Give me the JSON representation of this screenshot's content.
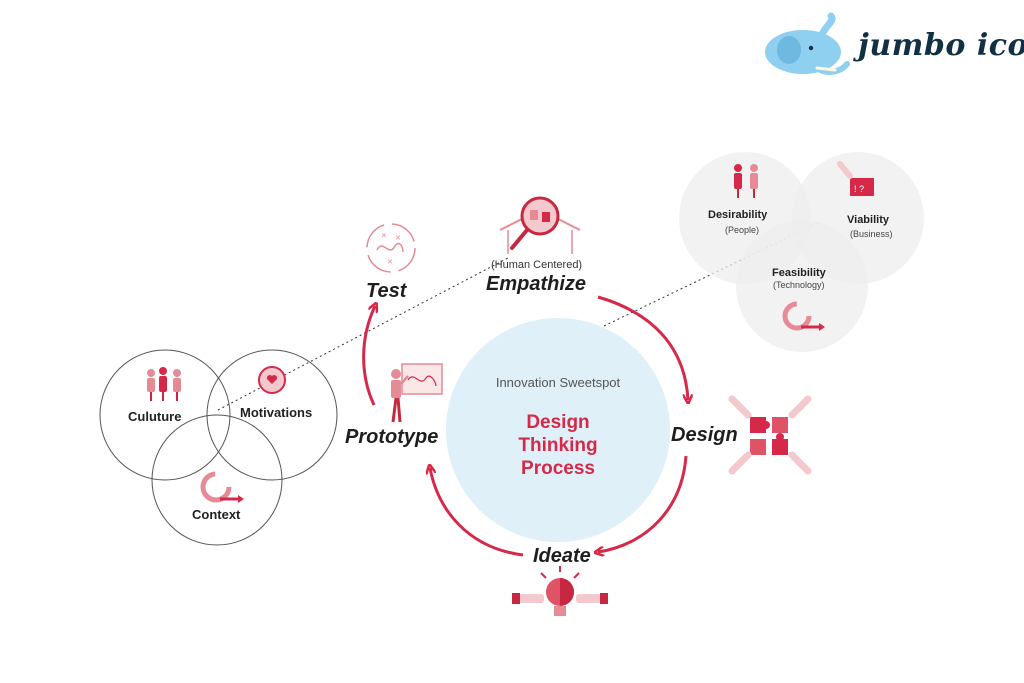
{
  "brand": {
    "name": "jumbo icons",
    "icon": "elephant-logo",
    "logo_color": "#8fd0f0"
  },
  "colors": {
    "accent": "#d6294a",
    "icon_tint": "#e58b95",
    "center_fill": "#dff0f8",
    "venn_fill": "#eeeeee"
  },
  "cycle": {
    "center_label": "Innovation Sweetspot",
    "center_title": [
      "Design",
      "Thinking",
      "Process"
    ],
    "stages": [
      {
        "label": "Empathize",
        "sublabel": "(Human Centered)",
        "icon": "magnifier-people-icon"
      },
      {
        "label": "Design",
        "icon": "puzzle-hands-icon"
      },
      {
        "label": "Ideate",
        "icon": "lightbulb-hands-icon"
      },
      {
        "label": "Prototype",
        "icon": "person-whiteboard-icon"
      },
      {
        "label": "Test",
        "icon": "test-loop-icon"
      }
    ]
  },
  "left_venn": [
    {
      "label": "Culuture",
      "icon": "people-group-icon"
    },
    {
      "label": "Motivations",
      "icon": "head-heart-icon"
    },
    {
      "label": "Context",
      "icon": "cycle-arrow-icon"
    }
  ],
  "right_venn": [
    {
      "label": "Desirability",
      "sublabel": "(People)",
      "icon": "two-people-icon"
    },
    {
      "label": "Viability",
      "sublabel": "(Business)",
      "icon": "hand-chart-icon"
    },
    {
      "label": "Feasibility",
      "sublabel": "(Technology)",
      "icon": "cycle-arrow-icon"
    }
  ]
}
